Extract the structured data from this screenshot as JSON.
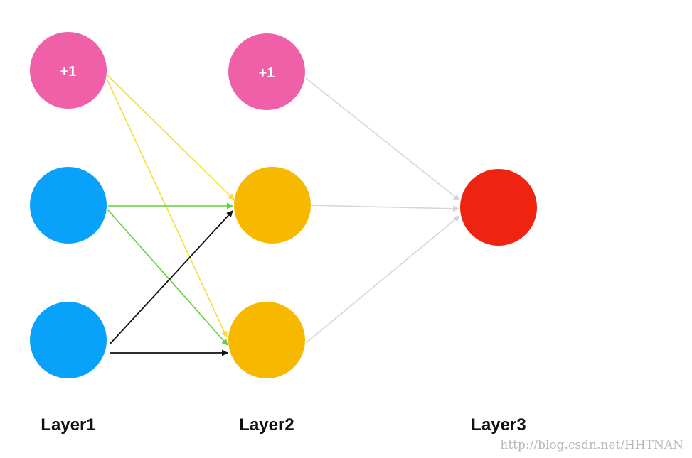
{
  "colors": {
    "bias": "#ef60a8",
    "input": "#08a2fb",
    "hidden": "#f7b900",
    "output": "#ef2410",
    "edge_bias1": "#f5dd36",
    "edge_x1": "#5cd13c",
    "edge_x2": "#111111",
    "edge_out": "#d6d6d6"
  },
  "nodes": {
    "bias1": {
      "label": "+1",
      "type": "bias"
    },
    "x1": {
      "label": "",
      "type": "input"
    },
    "x2": {
      "label": "",
      "type": "input"
    },
    "bias2": {
      "label": "+1",
      "type": "bias"
    },
    "h1": {
      "label": "",
      "type": "hidden"
    },
    "h2": {
      "label": "",
      "type": "hidden"
    },
    "out": {
      "label": "",
      "type": "output"
    }
  },
  "layers": [
    {
      "label": "Layer1"
    },
    {
      "label": "Layer2"
    },
    {
      "label": "Layer3"
    }
  ],
  "watermark": "http://blog.csdn.net/HHTNAN"
}
